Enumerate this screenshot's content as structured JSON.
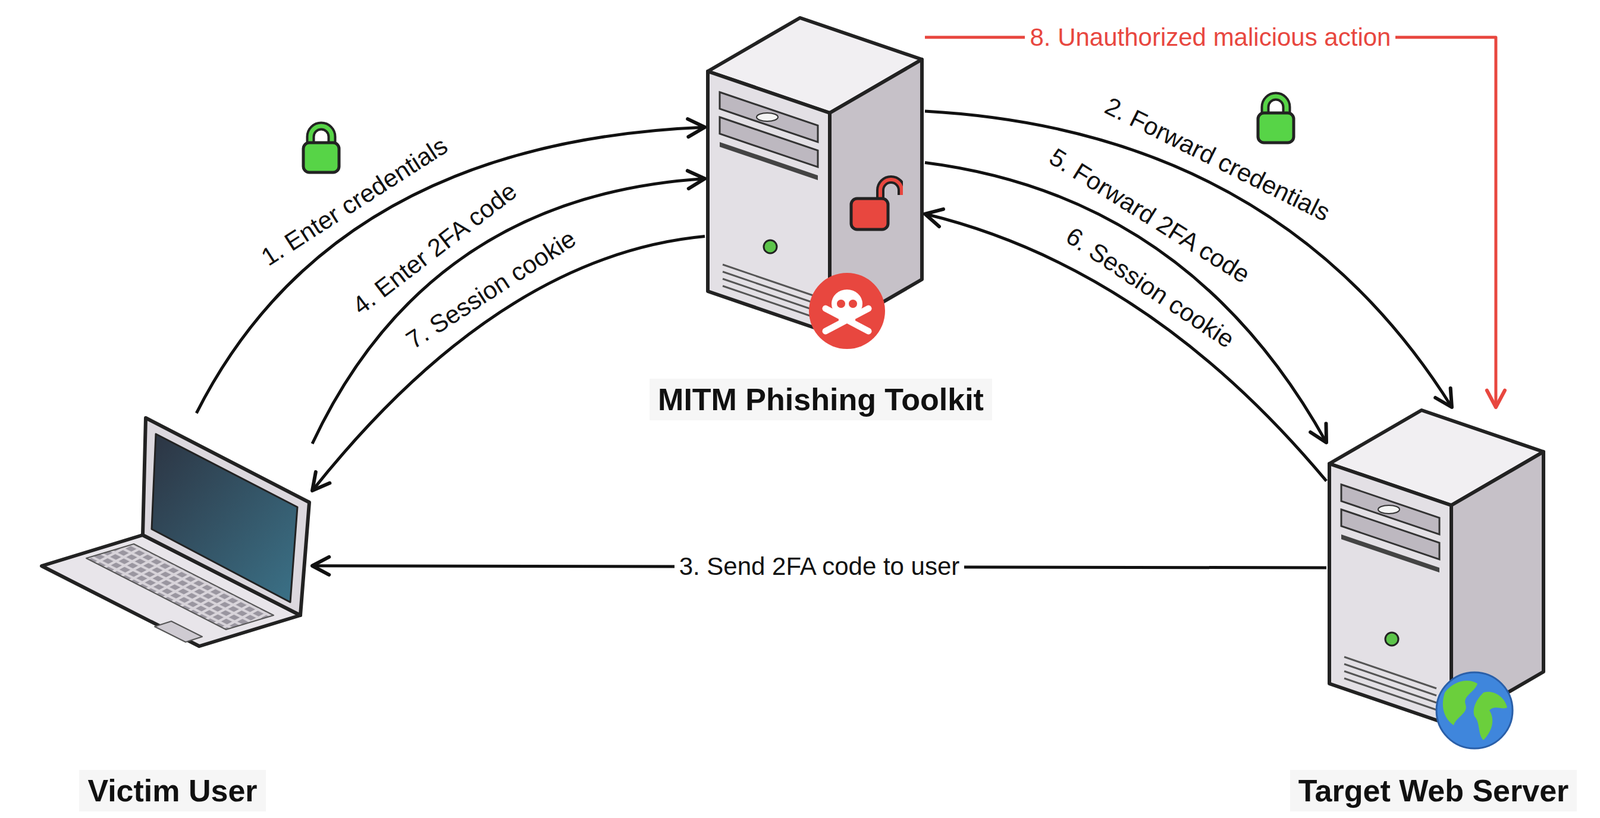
{
  "diagram": {
    "nodes": [
      {
        "text": [
          "MITM Phishing Toolkit"
        ]
      },
      {
        "text": [
          "Victim User"
        ]
      },
      {
        "text": [
          "Target Web Server"
        ]
      }
    ],
    "edges": [
      {
        "from": 1,
        "to": 0,
        "arrow": "to",
        "label": "1. Enter credentials"
      },
      {
        "from": 0,
        "to": 2,
        "arrow": "to",
        "label": "2. Forward credentials"
      },
      {
        "from": 2,
        "to": 1,
        "arrow": "to",
        "label": "3. Send 2FA code to user"
      },
      {
        "from": 1,
        "to": 0,
        "arrow": "to",
        "label": "4. Enter 2FA code"
      },
      {
        "from": 0,
        "to": 2,
        "arrow": "to",
        "label": "5. Forward 2FA code"
      },
      {
        "from": 2,
        "to": 0,
        "arrow": "to",
        "label": "6. Session cookie"
      },
      {
        "from": 0,
        "to": 1,
        "arrow": "to",
        "label": "7. Session cookie"
      },
      {
        "from": 0,
        "to": 2,
        "arrow": "to",
        "label": "8. Unauthorized malicious action"
      }
    ]
  }
}
